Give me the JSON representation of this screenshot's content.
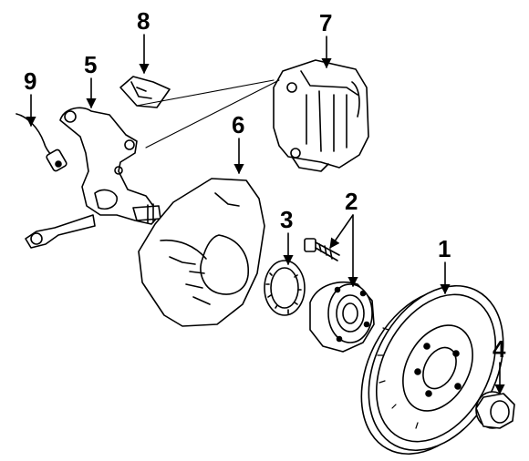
{
  "diagram": {
    "callouts": [
      {
        "id": "rotor",
        "label": "1"
      },
      {
        "id": "hub-bolts",
        "label": "2"
      },
      {
        "id": "abs-ring",
        "label": "3"
      },
      {
        "id": "nut-cap",
        "label": "4"
      },
      {
        "id": "knuckle",
        "label": "5"
      },
      {
        "id": "splash-shield",
        "label": "6"
      },
      {
        "id": "caliper",
        "label": "7"
      },
      {
        "id": "bracket",
        "label": "8"
      },
      {
        "id": "sensor",
        "label": "9"
      }
    ],
    "colors": {
      "ink": "#000000",
      "paper": "#ffffff"
    }
  }
}
